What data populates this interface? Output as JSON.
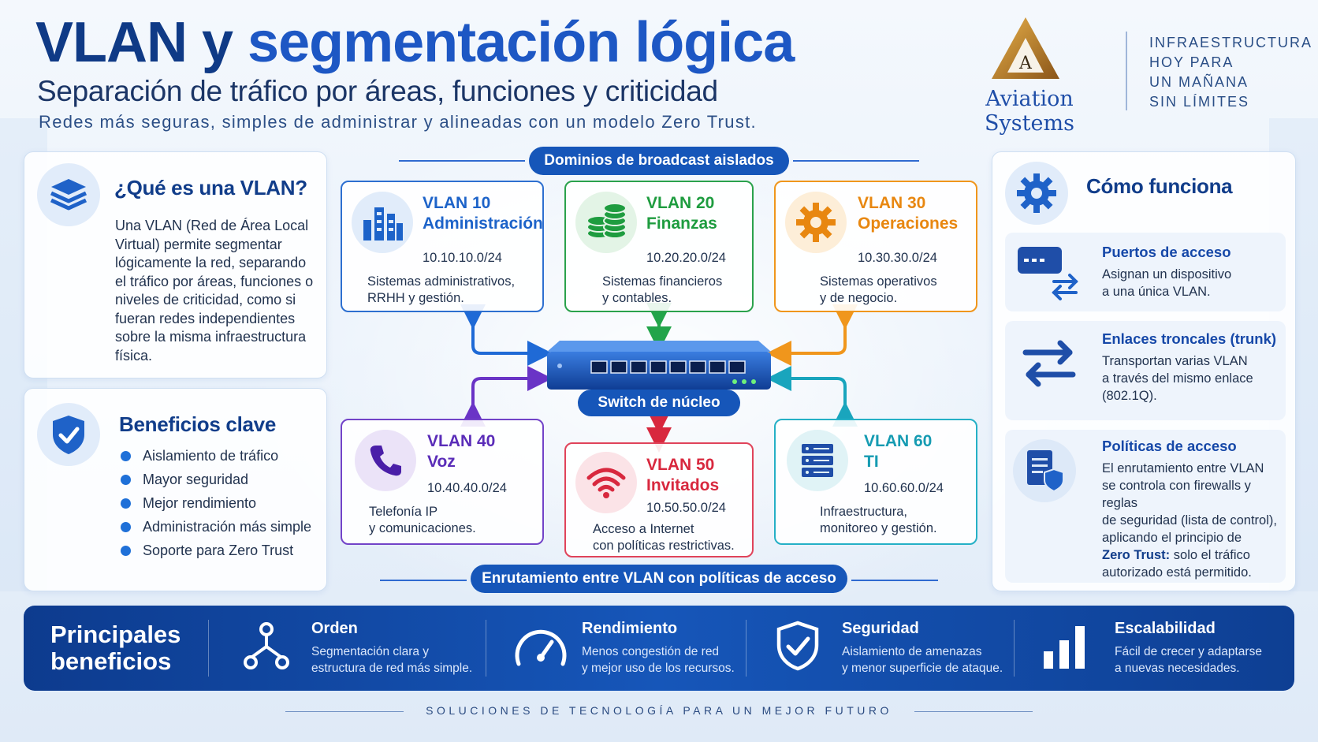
{
  "header": {
    "title_part1": "VLAN y ",
    "title_part2": "segmentación lógica",
    "subtitle": "Separación de tráfico por áreas, funciones y criticidad",
    "tagline": "Redes más seguras, simples de administrar y alineadas con un modelo Zero Trust."
  },
  "logo": {
    "letter": "A",
    "name": "Aviation Systems",
    "slogan": [
      "INFRAESTRUCTURA",
      "HOY PARA",
      "UN MAÑANA",
      "SIN LÍMITES"
    ]
  },
  "what": {
    "title": "¿Qué es una VLAN?",
    "text": "Una VLAN (Red de Área Local Virtual) permite segmentar lógicamente la red, separando el tráfico por áreas, funciones o niveles de criticidad, como si fueran redes independientes sobre la misma infraestructura física."
  },
  "benefits": {
    "title": "Beneficios clave",
    "items": [
      "Aislamiento de tráfico",
      "Mayor seguridad",
      "Mejor rendimiento",
      "Administración más simple",
      "Soporte para Zero Trust"
    ]
  },
  "center": {
    "top_pill": "Dominios de broadcast aislados",
    "switch_label": "Switch de núcleo",
    "bottom_pill": "Enrutamiento entre VLAN con políticas de acceso"
  },
  "vlans": [
    {
      "title": "VLAN 10",
      "name": "Administración",
      "subnet": "10.10.10.0/24",
      "desc1": "Sistemas administrativos,",
      "desc2": "RRHH y gestión.",
      "color": "#1d63c9",
      "icon": "building-icon"
    },
    {
      "title": "VLAN 20",
      "name": "Finanzas",
      "subnet": "10.20.20.0/24",
      "desc1": "Sistemas financieros",
      "desc2": "y contables.",
      "color": "#1e9c3f",
      "icon": "coins-icon"
    },
    {
      "title": "VLAN 30",
      "name": "Operaciones",
      "subnet": "10.30.30.0/24",
      "desc1": "Sistemas operativos",
      "desc2": "y de negocio.",
      "color": "#e88710",
      "icon": "gear-icon"
    },
    {
      "title": "VLAN 40",
      "name": "Voz",
      "subnet": "10.40.40.0/24",
      "desc1": "Telefonía IP",
      "desc2": "y comunicaciones.",
      "color": "#6a34c6",
      "icon": "phone-icon"
    },
    {
      "title": "VLAN 50",
      "name": "Invitados",
      "subnet": "10.50.50.0/24",
      "desc1": "Acceso a Internet",
      "desc2": "con políticas restrictivas.",
      "color": "#d8283e",
      "icon": "wifi-icon"
    },
    {
      "title": "VLAN 60",
      "name": "TI",
      "subnet": "10.60.60.0/24",
      "desc1": "Infraestructura,",
      "desc2": "monitoreo y gestión.",
      "color": "#19a5bd",
      "icon": "server-icon"
    }
  ],
  "how": {
    "title": "Cómo funciona",
    "items": [
      {
        "title": "Puertos de acceso",
        "lines": [
          "Asignan un dispositivo",
          "a una única VLAN."
        ]
      },
      {
        "title": "Enlaces troncales (trunk)",
        "lines": [
          "Transportan varias VLAN",
          "a través del mismo enlace",
          "(802.1Q)."
        ]
      },
      {
        "title": "Políticas de acceso",
        "lines": [
          "El enrutamiento entre VLAN",
          "se controla con firewalls y reglas",
          "de seguridad (lista de control),",
          "aplicando el principio de"
        ],
        "zt_bold": "Zero Trust:",
        "zt_rest": " solo el tráfico",
        "last": "autorizado está permitido."
      }
    ]
  },
  "bottom": {
    "title_line1": "Principales",
    "title_line2": "beneficios",
    "items": [
      {
        "title": "Orden",
        "l1": "Segmentación clara y",
        "l2": "estructura de red más simple."
      },
      {
        "title": "Rendimiento",
        "l1": "Menos congestión de red",
        "l2": "y mejor uso de los recursos."
      },
      {
        "title": "Seguridad",
        "l1": "Aislamiento de amenazas",
        "l2": "y menor superficie de ataque."
      },
      {
        "title": "Escalabilidad",
        "l1": "Fácil de crecer y adaptarse",
        "l2": "a nuevas necesidades."
      }
    ]
  },
  "footer": "SOLUCIONES DE TECNOLOGÍA PARA UN MEJOR FUTURO"
}
